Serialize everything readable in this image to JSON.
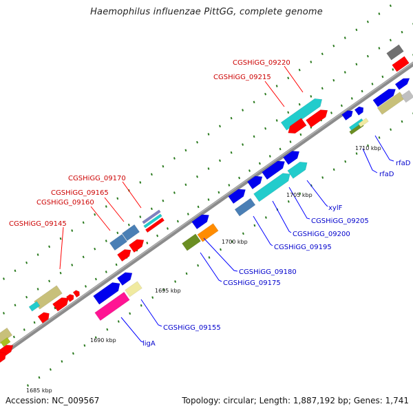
{
  "title": "Haemophilus influenzae PittGG, complete genome",
  "footer": {
    "accession": "Accession: NC_009567",
    "summary": "Topology: circular; Length: 1,887,192 bp; Genes: 1,741"
  },
  "colors": {
    "backbone": "#8c8c8c",
    "locus_tag_label": "#cc0000",
    "gene_name_label": "#0000cc",
    "leader_line_red": "#ff0000",
    "leader_line_blue": "#0000ff",
    "tick_dot": "#2a7a1e",
    "feature_red": "#ff0000",
    "feature_blue": "#0000ee",
    "feature_cyan": "#22cccc",
    "feature_steelblue": "#4a7fb5",
    "feature_khaki": "#c8c07a",
    "feature_olive": "#6b8e23",
    "feature_orange": "#ff8c00",
    "feature_pink": "#ff1493",
    "feature_lightyellow": "#f0eaa0",
    "feature_gray": "#707070",
    "feature_lightgray": "#c0c0c0",
    "feature_purple": "#8080c0",
    "feature_yellowgreen": "#a8c020"
  },
  "tick_labels": [
    {
      "id": "tick-1685",
      "text": "1685 kbp"
    },
    {
      "id": "tick-1690",
      "text": "1690 kbp"
    },
    {
      "id": "tick-1695",
      "text": "1695 kbp"
    },
    {
      "id": "tick-1700",
      "text": "1700 kbp"
    },
    {
      "id": "tick-1705",
      "text": "1705 kbp"
    },
    {
      "id": "tick-1710",
      "text": "1710 kbp"
    }
  ],
  "locus_labels_red": [
    {
      "id": "cgshigg-09220",
      "text": "CGSHiGG_09220"
    },
    {
      "id": "cgshigg-09215",
      "text": "CGSHiGG_09215"
    },
    {
      "id": "cgshigg-09170",
      "text": "CGSHiGG_09170"
    },
    {
      "id": "cgshigg-09165",
      "text": "CGSHiGG_09165"
    },
    {
      "id": "cgshigg-09160",
      "text": "CGSHiGG_09160"
    },
    {
      "id": "cgshigg-09145",
      "text": "CGSHiGG_09145"
    }
  ],
  "locus_labels_blue": [
    {
      "id": "rfad-1",
      "text": "rfaD"
    },
    {
      "id": "rfad-2",
      "text": "rfaD"
    },
    {
      "id": "xylf",
      "text": "xylF"
    },
    {
      "id": "cgshigg-09205",
      "text": "CGSHiGG_09205"
    },
    {
      "id": "cgshigg-09200",
      "text": "CGSHiGG_09200"
    },
    {
      "id": "cgshigg-09195",
      "text": "CGSHiGG_09195"
    },
    {
      "id": "cgshigg-09180",
      "text": "CGSHiGG_09180"
    },
    {
      "id": "cgshigg-09175",
      "text": "CGSHiGG_09175"
    },
    {
      "id": "cgshigg-09155",
      "text": "CGSHiGG_09155"
    },
    {
      "id": "liga",
      "text": "ligA"
    }
  ]
}
